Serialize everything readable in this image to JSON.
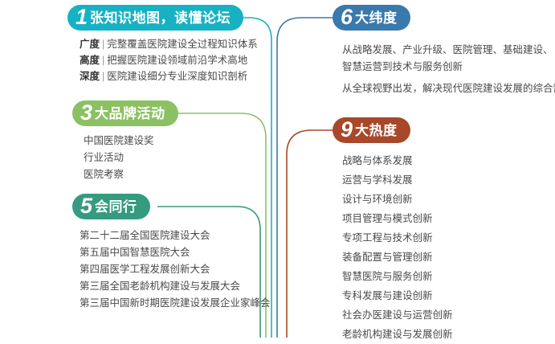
{
  "colors": {
    "cyan": "#16b2c4",
    "green": "#8cc163",
    "seagreen": "#359b7e",
    "blue": "#3a79ab",
    "rust": "#a8482a"
  },
  "sections": {
    "one": {
      "number": "1",
      "label": "张知识地图，读懂论坛",
      "items": [
        {
          "key": "广度",
          "sep": "|",
          "text": "完整覆盖医院建设全过程知识体系"
        },
        {
          "key": "高度",
          "sep": "|",
          "text": "把握医院建设领域前沿学术高地"
        },
        {
          "key": "深度",
          "sep": "|",
          "text": "医院建设细分专业深度知识剖析"
        }
      ]
    },
    "three": {
      "number": "3",
      "label": "大品牌活动",
      "items": [
        "中国医院建设奖",
        "行业活动",
        "医院考察"
      ]
    },
    "five": {
      "number": "5",
      "label": "会同行",
      "items": [
        "第二十二届全国医院建设大会",
        "第五届中国智慧医院大会",
        "第四届医学工程发展创新大会",
        "第三届全国老龄机构建设与发展大会",
        "第三届中国新时期医院建设发展企业家峰会"
      ]
    },
    "six": {
      "number": "6",
      "label": "大纬度",
      "paragraphs": [
        "从战略发展、产业升级、医院管理、基础建设、",
        "智慧运营到技术与服务创新",
        "从全球视野出发，解决现代医院建设发展的综合需求"
      ]
    },
    "nine": {
      "number": "9",
      "label": "大热度",
      "items": [
        "战略与体系发展",
        "运营与学科发展",
        "设计与环境创新",
        "项目管理与模式创新",
        "专项工程与技术创新",
        "装备配置与管理创新",
        "智慧医院与服务创新",
        "专科发展与建设创新",
        "社会办医建设与运营创新",
        "老龄机构建设与发展创新"
      ]
    }
  }
}
